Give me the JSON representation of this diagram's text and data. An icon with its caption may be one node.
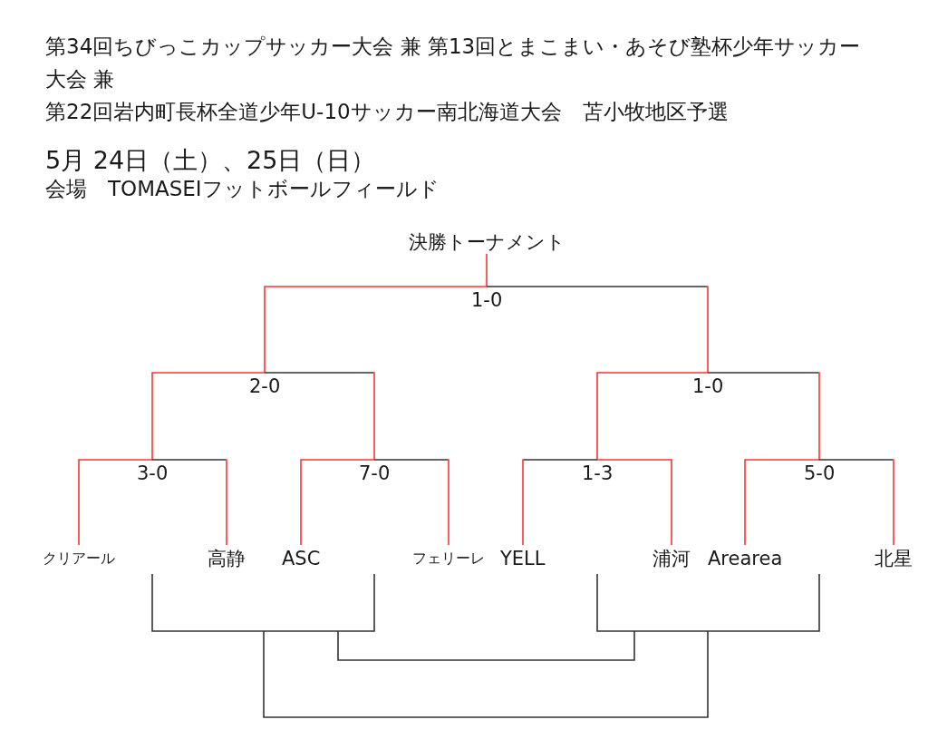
{
  "diagram": {
    "title": "第34回ちびっこカップサッカー大会 兼 第13回とまこまい・あそび塾杯少年サッカー大会 兼",
    "nodes": [
      {
        "text": [
          "決勝トーナメント"
        ]
      },
      {
        "text": [
          "1-0"
        ]
      },
      {
        "text": [
          "2-0"
        ]
      },
      {
        "text": [
          "1-0"
        ]
      },
      {
        "text": [
          "3-0"
        ]
      },
      {
        "text": [
          "7-0"
        ]
      },
      {
        "text": [
          "1-3"
        ]
      },
      {
        "text": [
          "5-0"
        ]
      },
      {
        "text": [
          "クリアール"
        ]
      },
      {
        "text": [
          "高静"
        ]
      },
      {
        "text": [
          "ASC"
        ]
      },
      {
        "text": [
          "フェリーレ"
        ]
      },
      {
        "text": [
          "YELL"
        ]
      },
      {
        "text": [
          "浦河"
        ]
      },
      {
        "text": [
          "Arearea"
        ]
      },
      {
        "text": [
          "北星"
        ]
      }
    ],
    "edges": [
      {
        "from": 1,
        "to": 0,
        "arrow": "none"
      },
      {
        "from": 2,
        "to": 1,
        "arrow": "none"
      },
      {
        "from": 3,
        "to": 1,
        "arrow": "none",
        "color": "#333333"
      },
      {
        "from": 4,
        "to": 2,
        "arrow": "none"
      },
      {
        "from": 5,
        "to": 2,
        "arrow": "none",
        "color": "#333333"
      },
      {
        "from": 6,
        "to": 3,
        "arrow": "none"
      },
      {
        "from": 7,
        "to": 3,
        "arrow": "none",
        "color": "#333333"
      },
      {
        "from": 8,
        "to": 4,
        "arrow": "none"
      },
      {
        "from": 9,
        "to": 4,
        "arrow": "none",
        "color": "#333333"
      },
      {
        "from": 10,
        "to": 5,
        "arrow": "none"
      },
      {
        "from": 11,
        "to": 5,
        "arrow": "none",
        "color": "#333333"
      },
      {
        "from": 12,
        "to": 6,
        "arrow": "none",
        "color": "#333333"
      },
      {
        "from": 13,
        "to": 6,
        "arrow": "none"
      },
      {
        "from": 14,
        "to": 7,
        "arrow": "none"
      },
      {
        "from": 15,
        "to": 7,
        "arrow": "none",
        "color": "#333333"
      }
    ],
    "labels": [
      "第22回岩内町長杯全道少年U-10サッカー南北海道大会　苫小牧地区予選",
      "5月 24日（土）、25日（日）",
      "会場　TOMASEIフットボールフィールド"
    ]
  }
}
